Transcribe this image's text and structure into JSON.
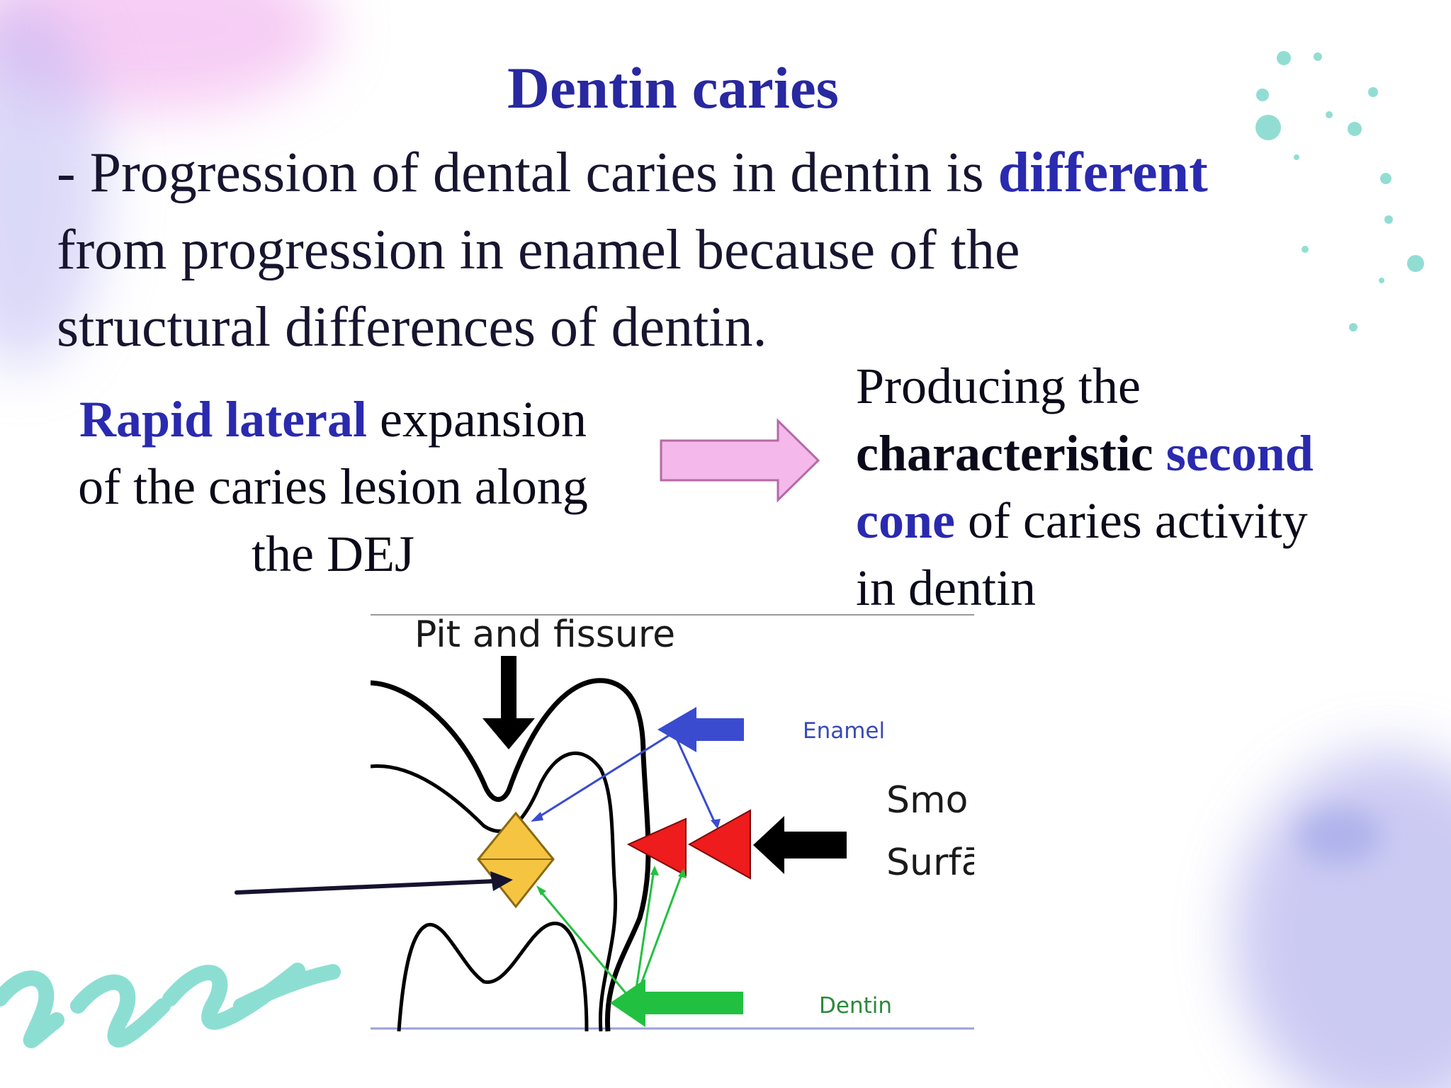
{
  "slide": {
    "title": "Dentin caries",
    "intro": {
      "line1_prefix": "- Progression of dental caries in dentin is ",
      "line1_highlight": "different",
      "line2": "from progression in enamel because of the",
      "line3": "structural differences of dentin."
    },
    "left_block": {
      "highlight": "Rapid lateral",
      "line1_rest": " expansion",
      "line2": "of the caries lesion along",
      "line3": "the DEJ"
    },
    "right_block": {
      "line1": "Producing the",
      "bold_word": "characteristic",
      "highlight_word": "second",
      "highlight_word2": "cone",
      "line3_rest": " of caries activity",
      "line4": "in dentin"
    },
    "figure": {
      "label_pit": "Pit and fissure",
      "label_enamel": "Enamel",
      "label_smooth_1": "Smo",
      "label_smooth_2": "Surfā",
      "label_dentin": "Dentin"
    },
    "colors": {
      "title": "#2828a0",
      "highlight": "#2a2ab0",
      "arrow_fill": "#f4b8ea",
      "enamel_arrow": "#3a4bd0",
      "dentin_arrow": "#22c040",
      "lesion_red": "#ee1c1c",
      "lesion_yellow": "#f5c542"
    },
    "icons": {
      "main_arrow": "right-arrow-icon",
      "pointer": "pointer-arrow-icon"
    }
  }
}
